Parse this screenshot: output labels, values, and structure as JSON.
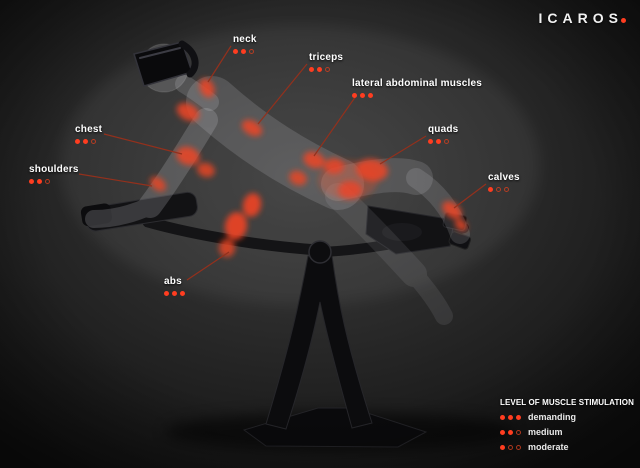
{
  "brand": {
    "name": "ICAROS"
  },
  "muscle_labels": [
    {
      "name": "neck",
      "level": 2
    },
    {
      "name": "triceps",
      "level": 2
    },
    {
      "name": "lateral abdominal muscles",
      "level": 3
    },
    {
      "name": "quads",
      "level": 2
    },
    {
      "name": "calves",
      "level": 1
    },
    {
      "name": "chest",
      "level": 2
    },
    {
      "name": "shoulders",
      "level": 2
    },
    {
      "name": "abs",
      "level": 3
    }
  ],
  "legend": {
    "title": "LEVEL OF MUSCLE STIMULATION",
    "items": [
      {
        "label": "demanding",
        "level": 3
      },
      {
        "label": "medium",
        "level": 2
      },
      {
        "label": "moderate",
        "level": 1
      }
    ]
  },
  "colors": {
    "accent": "#ff3d20",
    "leader_line": "#93301c",
    "background": "#1c1c1c",
    "muscle_highlight": "#ef4423"
  }
}
